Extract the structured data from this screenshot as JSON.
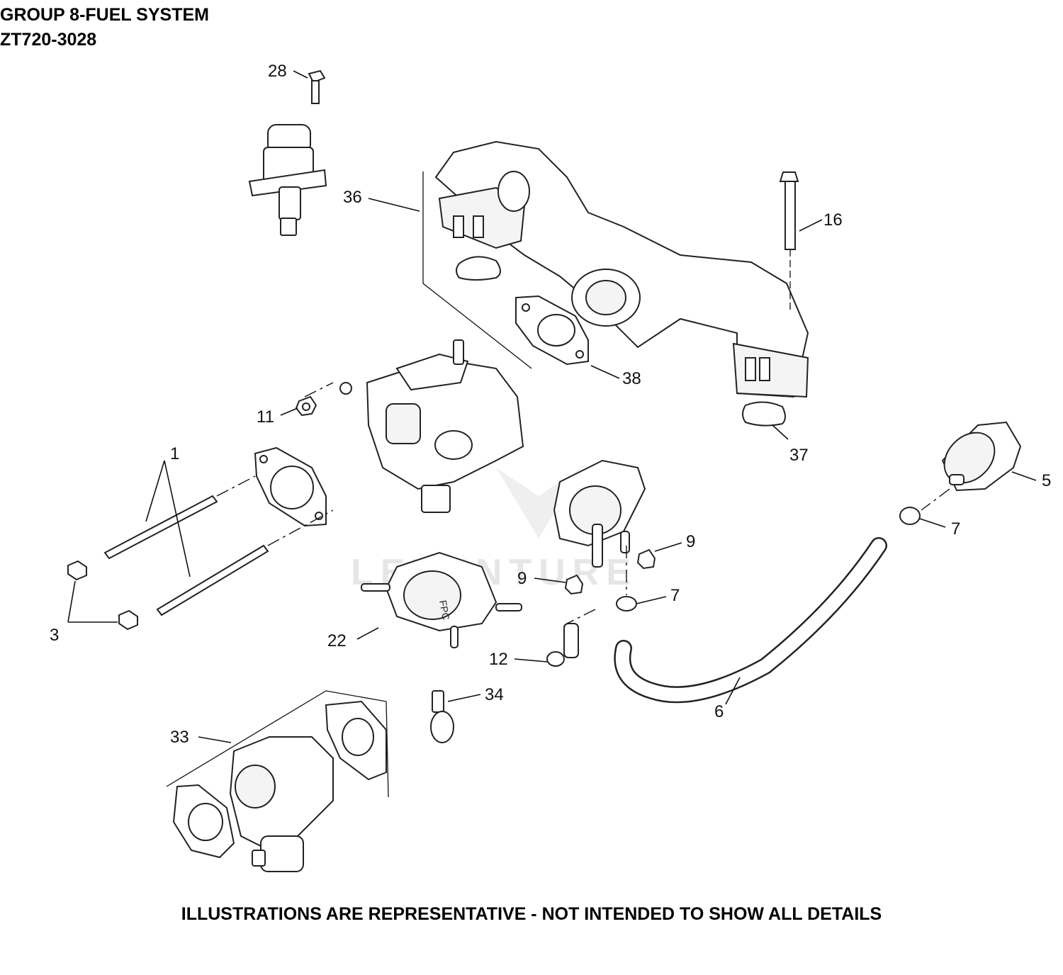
{
  "header": {
    "line1": "GROUP 8-FUEL SYSTEM",
    "line2": "ZT720-3028"
  },
  "footer": {
    "note": "ILLUSTRATIONS ARE REPRESENTATIVE - NOT INTENDED TO SHOW ALL DETAILS"
  },
  "watermark": {
    "text": "LEVENTURE"
  },
  "callouts": {
    "c28": "28",
    "c36": "36",
    "c16": "16",
    "c38": "38",
    "c11": "11",
    "c37": "37",
    "c1": "1",
    "c5": "5",
    "c7a": "7",
    "c9a": "9",
    "c9b": "9",
    "c7b": "7",
    "c3": "3",
    "c22": "22",
    "c12": "12",
    "c34": "34",
    "c6": "6",
    "c33": "33"
  }
}
